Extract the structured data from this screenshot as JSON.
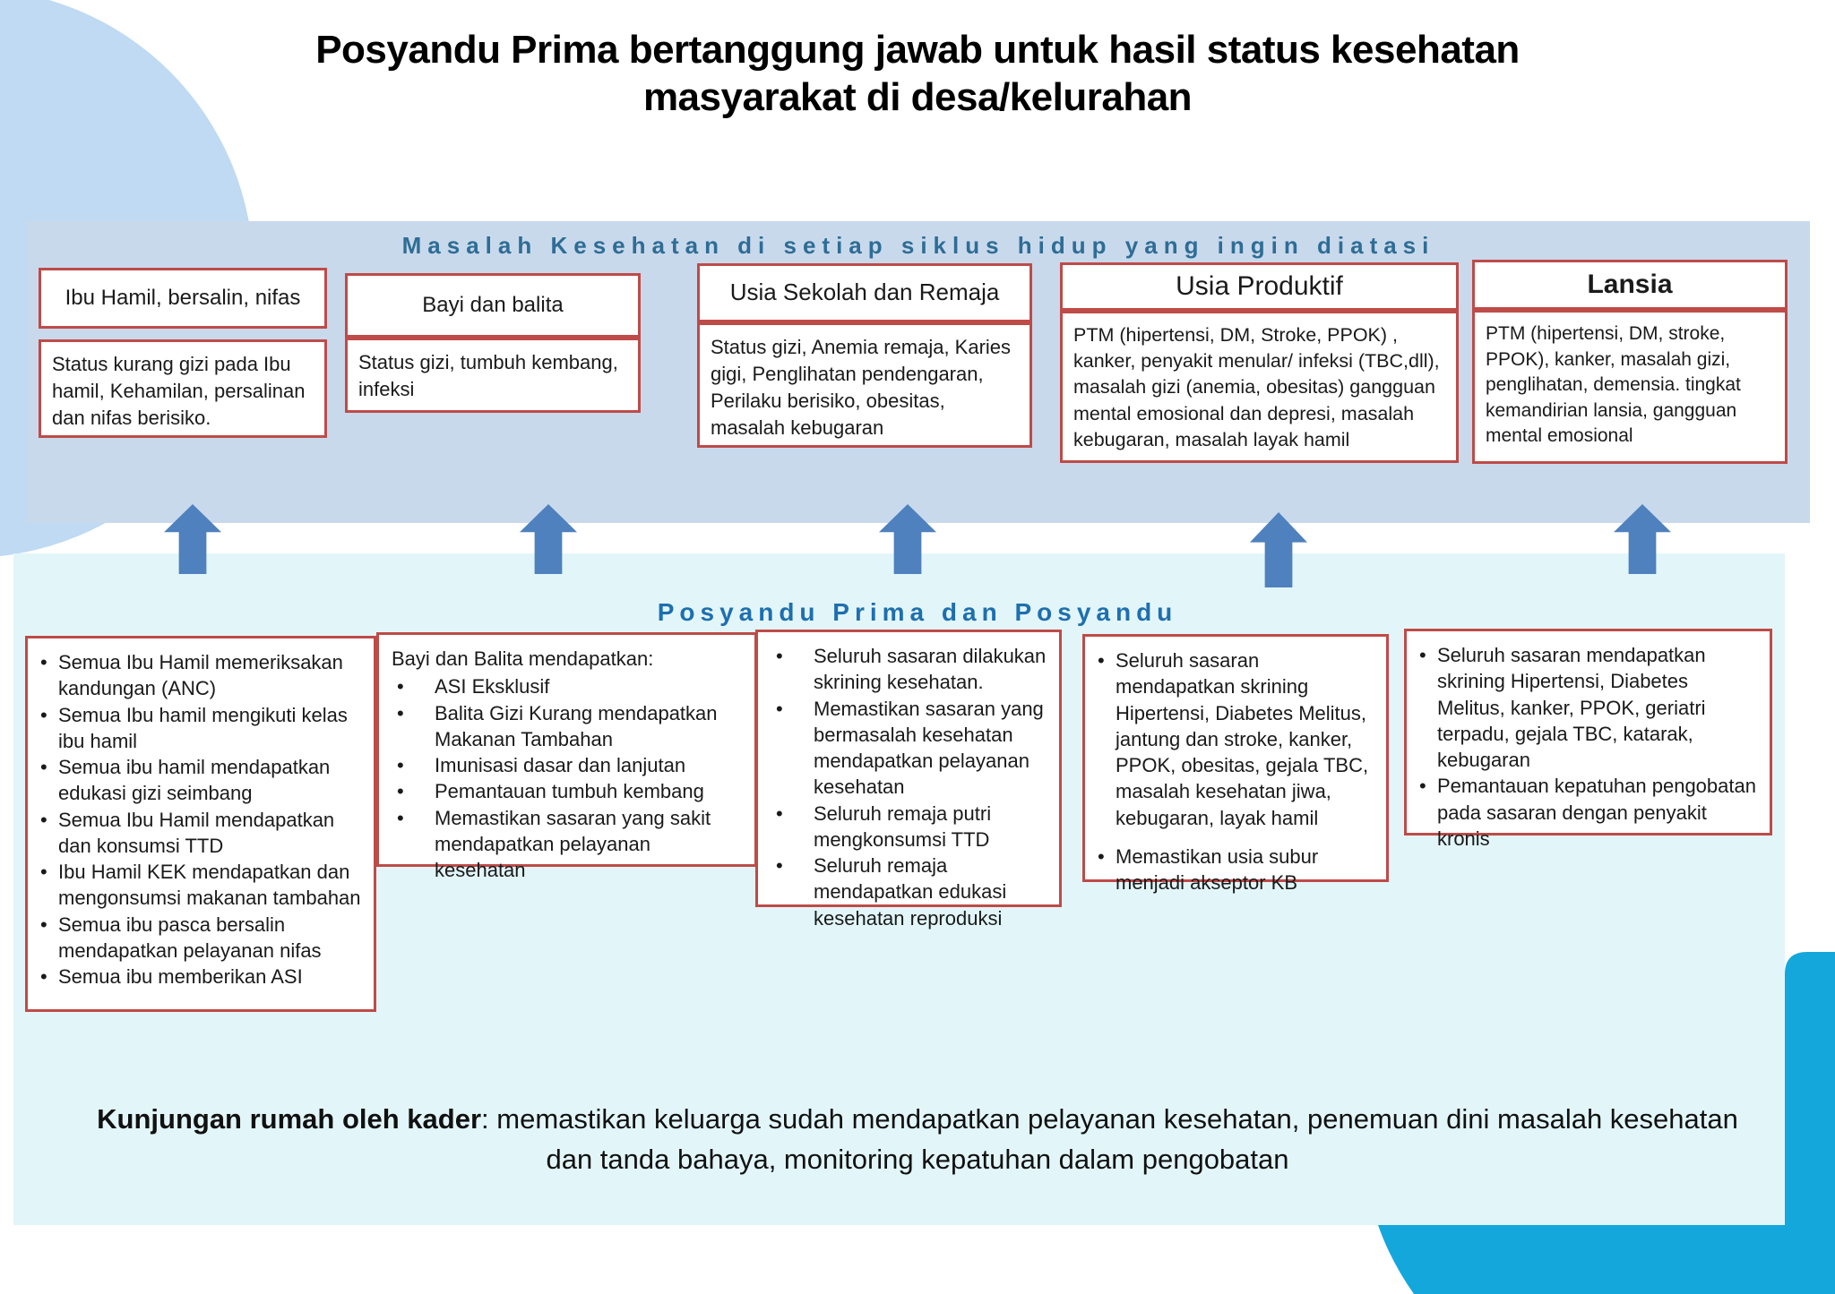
{
  "title": "Posyandu Prima bertanggung jawab untuk hasil status kesehatan masyarakat di desa/kelurahan",
  "colors": {
    "band_problems_bg": "#c9d9ec",
    "band_services_bg": "#e2f6fa",
    "box_border_red": "#be4b48",
    "arrow_blue": "#4e81bd",
    "corner_blob_blue": "#bfdaf2",
    "corner_cyan": "#14a7db",
    "heading_problems_color": "#2e6d95",
    "heading_services_color": "#1e6fae"
  },
  "icons": {
    "up_arrow": "up-arrow"
  },
  "problems_band": {
    "heading": "Masalah Kesehatan di setiap siklus hidup yang ingin diatasi",
    "groups": [
      {
        "header": "Ibu Hamil, bersalin, nifas",
        "body": "Status kurang gizi pada Ibu hamil, Kehamilan, persalinan dan nifas berisiko."
      },
      {
        "header": "Bayi dan balita",
        "body": "Status gizi, tumbuh kembang, infeksi"
      },
      {
        "header": "Usia Sekolah  dan Remaja",
        "body": "Status gizi, Anemia remaja, Karies gigi, Penglihatan pendengaran, Perilaku berisiko, obesitas, masalah kebugaran"
      },
      {
        "header": "Usia Produktif",
        "body": "PTM (hipertensi, DM, Stroke, PPOK) , kanker, penyakit menular/ infeksi (TBC,dll), masalah gizi (anemia, obesitas) gangguan mental emosional dan depresi, masalah kebugaran, masalah layak hamil"
      },
      {
        "header": "Lansia",
        "body": "PTM (hipertensi, DM, stroke, PPOK), kanker, masalah gizi, penglihatan, demensia. tingkat kemandirian lansia, gangguan mental emosional"
      }
    ]
  },
  "services_band": {
    "heading": "Posyandu Prima dan Posyandu",
    "boxes": [
      {
        "bullets": [
          "Semua Ibu Hamil memeriksakan kandungan (ANC)",
          "Semua Ibu hamil mengikuti kelas ibu hamil",
          "Semua ibu hamil mendapatkan edukasi gizi seimbang",
          "Semua Ibu Hamil mendapatkan dan konsumsi TTD",
          "Ibu Hamil KEK mendapatkan dan mengonsumsi makanan tambahan",
          "Semua ibu pasca bersalin mendapatkan pelayanan nifas",
          "Semua ibu memberikan ASI"
        ]
      },
      {
        "intro": "Bayi dan Balita mendapatkan:",
        "bullets": [
          "ASI Eksklusif",
          "Balita Gizi Kurang mendapatkan Makanan Tambahan",
          "Imunisasi  dasar dan lanjutan",
          "Pemantauan tumbuh kembang",
          "Memastikan sasaran yang sakit mendapatkan pelayanan kesehatan"
        ]
      },
      {
        "bullets": [
          "Seluruh sasaran dilakukan skrining kesehatan.",
          "Memastikan sasaran yang bermasalah kesehatan mendapatkan pelayanan kesehatan",
          "Seluruh remaja putri mengkonsumsi TTD",
          "Seluruh remaja mendapatkan edukasi kesehatan reproduksi"
        ]
      },
      {
        "bullets": [
          "Seluruh sasaran mendapatkan skrining Hipertensi, Diabetes Melitus, jantung dan stroke, kanker, PPOK, obesitas, gejala TBC, masalah kesehatan jiwa, kebugaran, layak hamil",
          "Memastikan usia subur menjadi akseptor KB"
        ]
      },
      {
        "bullets": [
          "Seluruh sasaran mendapatkan skrining Hipertensi, Diabetes Melitus, kanker, PPOK, geriatri terpadu, gejala TBC, katarak, kebugaran",
          "Pemantauan kepatuhan pengobatan pada sasaran dengan penyakit kronis"
        ]
      }
    ]
  },
  "footer": {
    "lead": "Kunjungan rumah oleh kader",
    "rest": ": memastikan keluarga sudah mendapatkan pelayanan kesehatan, penemuan dini masalah kesehatan dan tanda bahaya, monitoring kepatuhan dalam pengobatan"
  }
}
